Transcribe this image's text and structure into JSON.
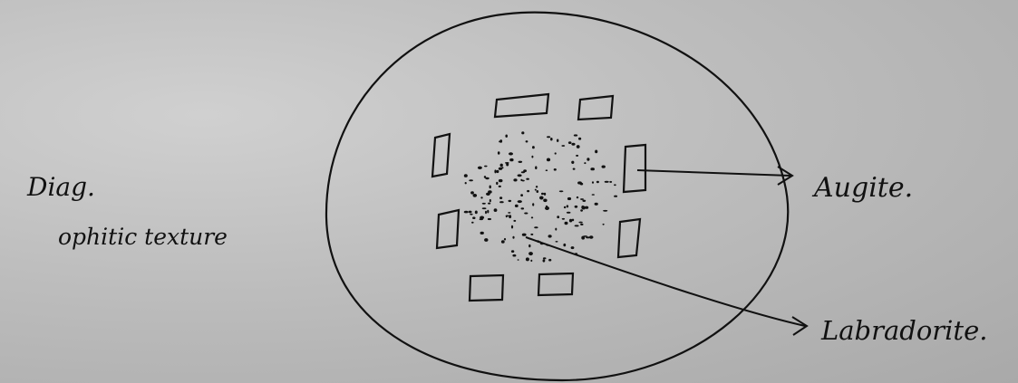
{
  "heading": "Diag.",
  "caption": "ophitic texture",
  "labels": {
    "augite": "Augite.",
    "labradorite": "Labradorite."
  },
  "colors": {
    "ink": "#111111",
    "paper": "#bdbdbd"
  }
}
